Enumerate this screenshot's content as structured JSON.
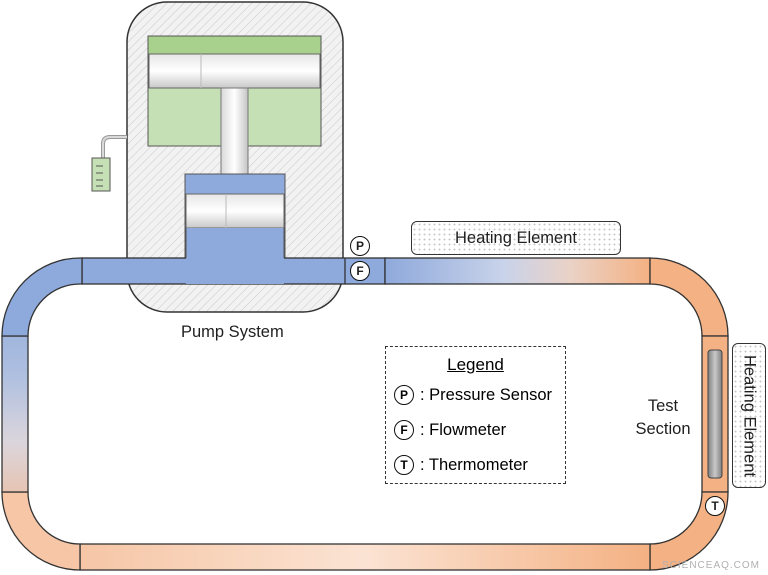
{
  "labels": {
    "pump_system": "Pump System",
    "heating_element_top": "Heating Element",
    "heating_element_side": "Heating Element",
    "test_section_line1": "Test",
    "test_section_line2": "Section"
  },
  "sensors": {
    "pressure_symbol": "P",
    "flow_symbol": "F",
    "thermo_symbol": "T"
  },
  "legend": {
    "title": "Legend",
    "items": [
      {
        "symbol": "P",
        "label": ": Pressure Sensor"
      },
      {
        "symbol": "F",
        "label": ": Flowmeter"
      },
      {
        "symbol": "T",
        "label": ": Thermometer"
      }
    ]
  },
  "watermark": "SCIENCEAQ.COM",
  "colors": {
    "cold": "#8ea9db",
    "hot": "#f4b183",
    "piston_fluid": "#c5e0b4",
    "hatch_bg": "#ececec",
    "outline": "#333333"
  }
}
